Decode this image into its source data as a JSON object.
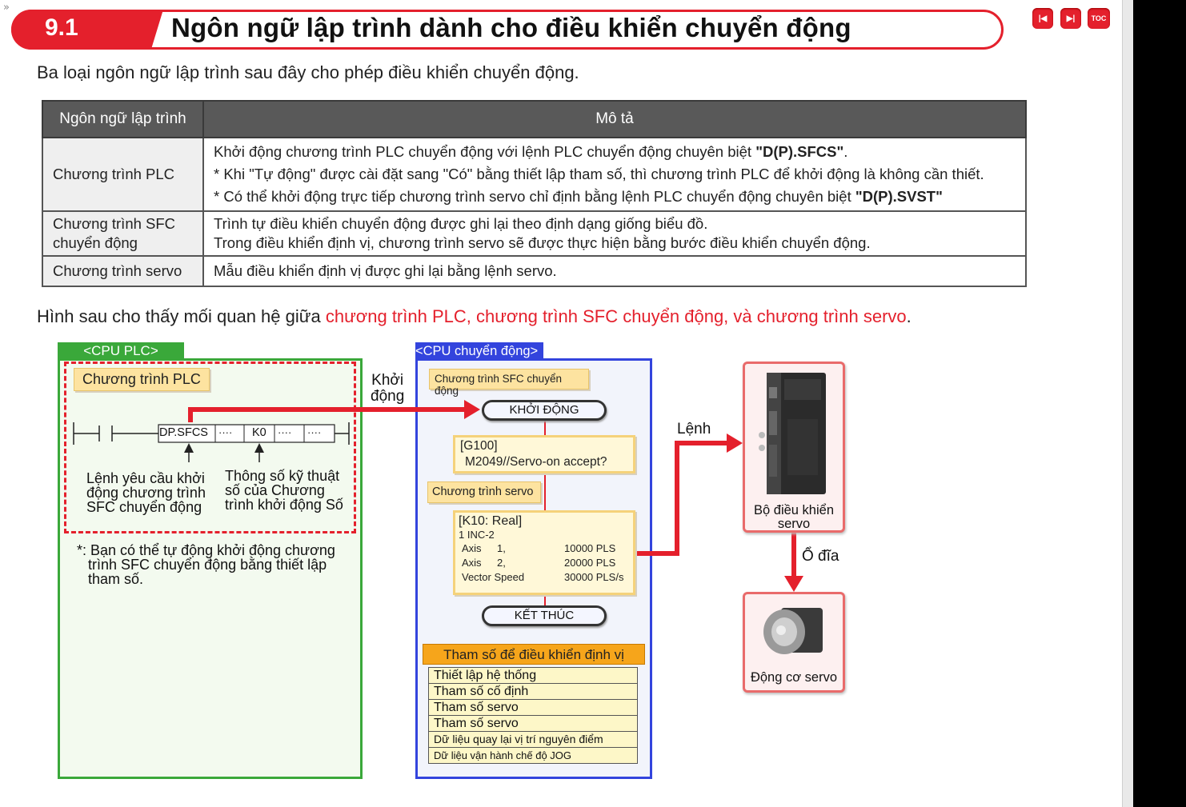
{
  "header": {
    "section_number": "9.1",
    "title": "Ngôn ngữ lập trình dành cho điều khiển chuyển động",
    "nav_buttons": [
      {
        "name": "first-page",
        "icon": "skip-back-icon",
        "label": "|◀"
      },
      {
        "name": "next-page",
        "icon": "play-next-icon",
        "label": "▶|"
      },
      {
        "name": "toc",
        "icon": "toc-icon",
        "label": "TOC"
      }
    ]
  },
  "intro": "Ba loại ngôn ngữ lập trình sau đây cho phép điều khiển chuyển động.",
  "table": {
    "headers": [
      "Ngôn ngữ lập trình",
      "Mô tả"
    ],
    "rows": [
      {
        "name": "Chương trình PLC",
        "lines": [
          {
            "text": "Khởi động chương trình PLC chuyển động với lệnh PLC chuyển động chuyên biệt ",
            "bold": "\"D(P).SFCS\"",
            "tail": "."
          },
          {
            "text": "* Khi \"Tự động\" được cài đặt sang \"Có\" bằng thiết lập tham số, thì chương trình PLC để khởi động là không cần thiết.",
            "bold": "",
            "tail": ""
          },
          {
            "text": "* Có thể khởi động trực tiếp chương trình servo chỉ định bằng lệnh PLC chuyển động chuyên biệt ",
            "bold": "\"D(P).SVST\"",
            "tail": ""
          }
        ]
      },
      {
        "name_line1": "Chương trình SFC",
        "name_line2": "chuyển động",
        "lines": [
          "Trình tự điều khiển chuyển động được ghi lại theo định dạng giống biểu đồ.",
          "Trong điều khiển định vị, chương trình servo sẽ được thực hiện bằng bước điều khiển chuyển động."
        ]
      },
      {
        "name": "Chương trình servo",
        "lines": [
          "Mẫu điều khiển định vị được ghi lại bằng lệnh servo."
        ]
      }
    ]
  },
  "para2": {
    "prefix": "Hình sau cho thấy mối quan hệ giữa ",
    "highlight": "chương trình PLC, chương trình SFC chuyển động, và chương trình servo",
    "suffix": "."
  },
  "diagram": {
    "cpu_plc": {
      "tag": "<CPU PLC>",
      "program_label": "Chương trình PLC",
      "ladder": {
        "instruction": "DP.SFCS",
        "dots1": "····",
        "operand": "K0",
        "dots2": "····",
        "dots3": "····"
      },
      "note_left": [
        "Lệnh yêu cầu khởi",
        "động chương trình",
        "SFC chuyển động"
      ],
      "note_right": [
        "Thông số kỹ thuật",
        "số của Chương",
        "trình khởi động Số"
      ],
      "footnote": [
        "*: Bạn có thể tự động khởi động chương",
        "trình SFC chuyển động bằng thiết lập",
        "tham số."
      ],
      "color": "#3aa83a"
    },
    "start_label": [
      "Khởi",
      "động"
    ],
    "cpu_motion": {
      "tag": "<CPU chuyển động>",
      "sfc_label": "Chương trình SFC chuyển động",
      "start_step": "KHỞI ĐỘNG",
      "g_step": {
        "line1": "[G100]",
        "line2": "M2049//Servo-on accept?"
      },
      "servo_label": "Chương trình servo",
      "k_step": {
        "head": "[K10: Real]",
        "line": "1 INC-2",
        "rows": [
          {
            "a": "Axis",
            "b": "1,",
            "c": "10000 PLS"
          },
          {
            "a": "Axis",
            "b": "2,",
            "c": "20000 PLS"
          },
          {
            "a": "Vector Speed",
            "b": "",
            "c": "30000 PLS/s"
          }
        ]
      },
      "end_step": "KẾT THÚC",
      "param_title": "Tham số để điều khiển định vị",
      "params": [
        "Thiết lập hệ thống",
        "Tham số cố định",
        "Tham số servo",
        "Tham số servo",
        "Dữ liệu quay lại vị trí nguyên điểm",
        "Dữ liệu vận hành chế độ JOG"
      ],
      "color": "#3344dd"
    },
    "command_label": "Lệnh",
    "servo_amp": [
      "Bộ điều khiển",
      "servo"
    ],
    "drive_label": "Ổ đĩa",
    "servo_motor": "Động cơ servo",
    "accent": "#e4202c"
  }
}
